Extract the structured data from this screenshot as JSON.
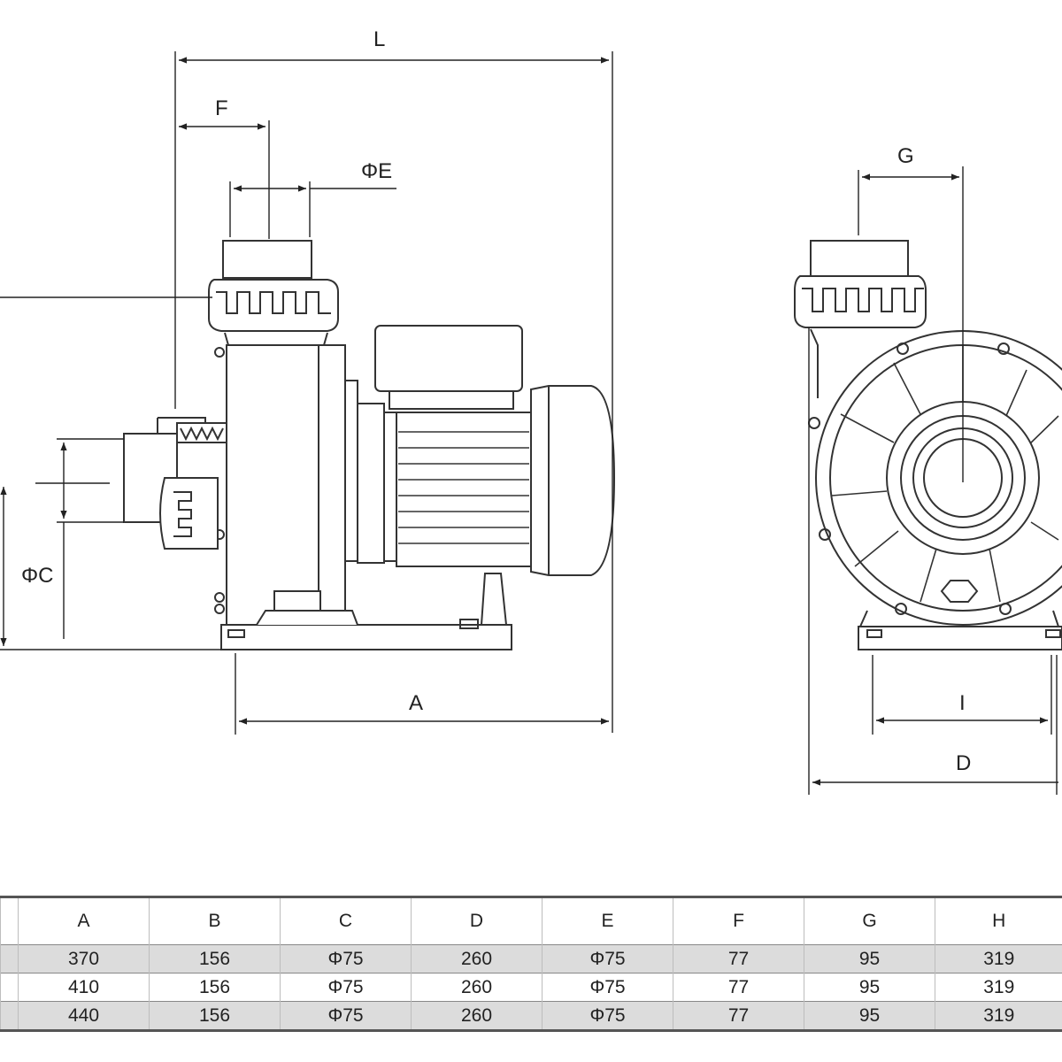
{
  "dimension_labels": {
    "L": "L",
    "F": "F",
    "E": "ΦE",
    "C": "ΦC",
    "A": "A",
    "G": "G",
    "I": "I",
    "D": "D"
  },
  "spec_table": {
    "columns": [
      "",
      "A",
      "B",
      "C",
      "D",
      "E",
      "F",
      "G",
      "H"
    ],
    "rows": [
      [
        "",
        "370",
        "156",
        "Φ75",
        "260",
        "Φ75",
        "77",
        "95",
        "319"
      ],
      [
        "",
        "410",
        "156",
        "Φ75",
        "260",
        "Φ75",
        "77",
        "95",
        "319"
      ],
      [
        "",
        "440",
        "156",
        "Φ75",
        "260",
        "Φ75",
        "77",
        "95",
        "319"
      ]
    ]
  }
}
